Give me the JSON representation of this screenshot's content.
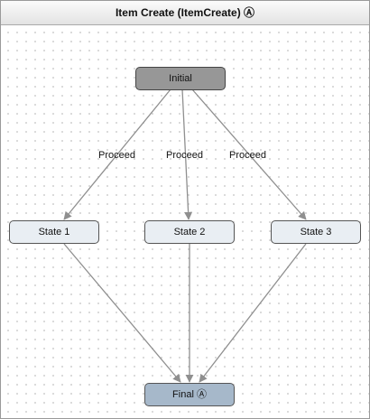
{
  "window": {
    "title": "Item Create (ItemCreate) Ⓐ"
  },
  "diagram": {
    "nodes": {
      "initial": "Initial",
      "state1": "State 1",
      "state2": "State 2",
      "state3": "State 3",
      "final": "Final Ⓐ"
    },
    "edge_labels": {
      "initial_to_state1": "Proceed",
      "initial_to_state2": "Proceed",
      "initial_to_state3": "Proceed"
    }
  },
  "colors": {
    "initial_fill": "#979797",
    "state_fill": "#e9eef3",
    "final_fill": "#a6b8ca",
    "edge_color": "#8f8f8f"
  }
}
